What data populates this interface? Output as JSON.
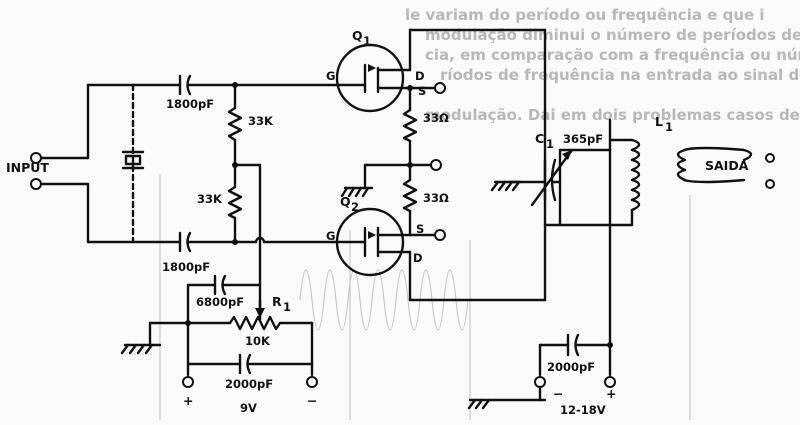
{
  "background_text": [
    "le variam do período ou frequência e que i",
    "modulação diminui o número de períodos de frequên-",
    "cia, em comparação com a frequência ou número de pe-",
    "ríodos de frequência na entrada ao sinal de",
    "modulação. Dai em dois problemas casos de FM."
  ],
  "labels": {
    "input": "INPUT",
    "output": "SAIDA",
    "q1": "Q",
    "q1_sub": "1",
    "q2": "Q",
    "q2_sub": "2",
    "c1": "C",
    "c1_sub": "1",
    "c1_value": "365pF",
    "l1": "L",
    "l1_sub": "1",
    "r1": "R",
    "r1_sub": "1",
    "r1_value": "10K",
    "cap_top": "1800pF",
    "cap_bottom": "1800pF",
    "cap_6800": "6800pF",
    "cap_2000_left": "2000pF",
    "cap_2000_right": "2000pF",
    "res_33k_top": "33K",
    "res_33k_left": "33K",
    "res_33_top": "33Ω",
    "res_33_bottom": "33Ω",
    "pin_g": "G",
    "pin_d": "D",
    "pin_s": "S",
    "supply_left": "9V",
    "supply_right": "12-18V",
    "plus": "+",
    "minus": "−"
  }
}
